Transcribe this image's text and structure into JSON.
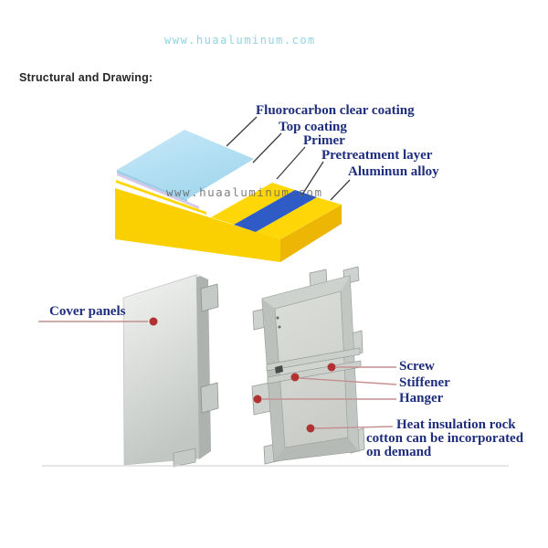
{
  "title": "Structural and Drawing:",
  "watermarks": {
    "top": "www.huaaluminum.com",
    "middle": "www.huaaluminum.com"
  },
  "coating_diagram": {
    "labels": {
      "fluorocarbon": "Fluorocarbon clear coating",
      "top_coating": "Top coating",
      "primer": "Primer",
      "pretreatment": "Pretreatment layer",
      "aluminum": "Aluminun alloy"
    },
    "colors": {
      "fluorocarbon_panel_light": "#cdeaf8",
      "fluorocarbon_panel": "#b5e1f4",
      "panel_edge": "#9ccfe8",
      "lavender_strip": "#d6c8e8",
      "top_coating_band": "#ffffff",
      "primer_band": "#ffd708",
      "pretreatment_band": "#2e5bc6",
      "aluminum_top": "#ffd708",
      "aluminum_front": "#fbd003",
      "aluminum_side": "#eeb604",
      "leader_line": "#3c3c3c"
    }
  },
  "panel_diagram": {
    "labels": {
      "cover_panels": "Cover panels",
      "screw": "Screw",
      "stiffener": "Stiffener",
      "hanger": "Hanger",
      "heat_insulation_lines": [
        "Heat insulation rock",
        "cotton can be incorporated",
        "on demand"
      ]
    },
    "colors": {
      "marker_dot": "#b23131",
      "leader_line": "#c49090",
      "panel_face_light": "#f1f3f1",
      "panel_face_dark": "#c3c7c3",
      "panel_side": "#aeb2ae",
      "bracket": "#c6cac6",
      "frame_outer": "#c7cbc7",
      "frame_pan": "#d8dad6",
      "frame_wall_left": "#bcc0bc",
      "frame_wall_top": "#ced2ce",
      "frame_wall_right": "#c3c7c3",
      "frame_wall_bottom": "#b6bab6",
      "stiffener_bar": "#ccd0cc",
      "outline": "#8f958f",
      "divider": "#d8d8d8"
    }
  },
  "label_color": "#1e2d7d"
}
